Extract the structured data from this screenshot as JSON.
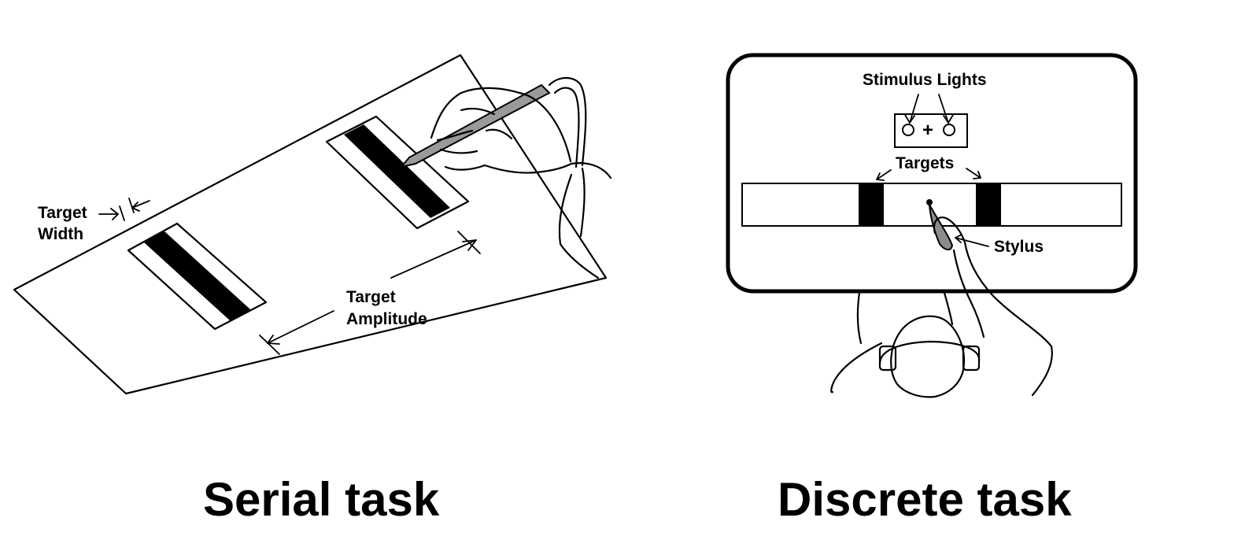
{
  "serial": {
    "label_target_width_line1": "Target",
    "label_target_width_line2": "Width",
    "label_target_amplitude_line1": "Target",
    "label_target_amplitude_line2": "Amplitude",
    "title": "Serial task"
  },
  "discrete": {
    "label_stimulus_lights": "Stimulus Lights",
    "label_plus": "+",
    "label_targets": "Targets",
    "label_stylus": "Stylus",
    "title": "Discrete task"
  },
  "colors": {
    "ink": "#000000",
    "stylus_fill": "#9a9a9a",
    "background": "#ffffff"
  }
}
